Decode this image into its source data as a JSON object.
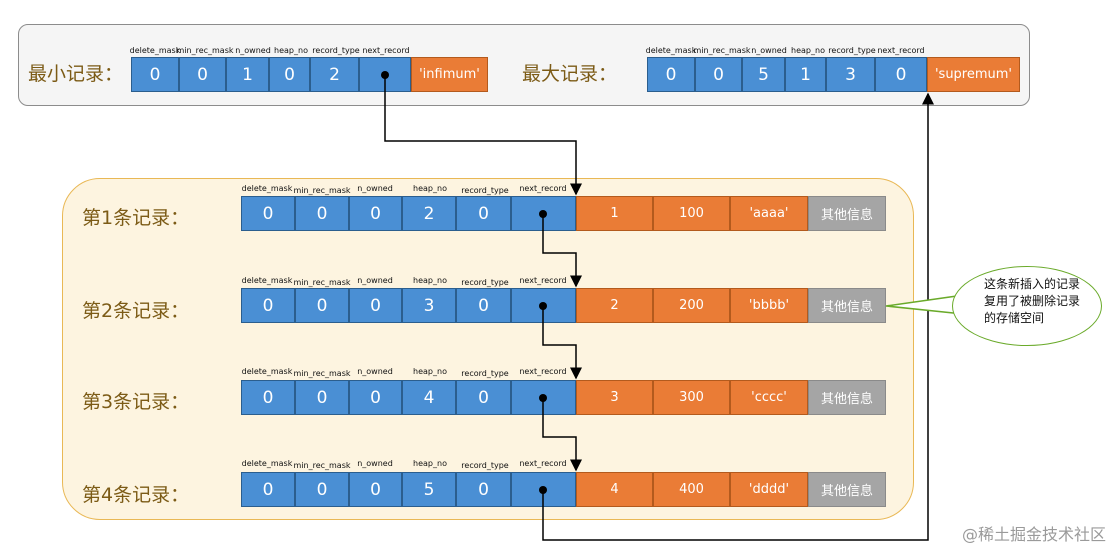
{
  "min_record": {
    "label": "最小记录：",
    "headers": [
      "delete_mask",
      "min_rec_mask",
      "n_owned",
      "heap_no",
      "record_type",
      "next_record"
    ],
    "values": [
      "0",
      "0",
      "1",
      "0",
      "2",
      ""
    ],
    "name": "'infimum'"
  },
  "max_record": {
    "label": "最大记录：",
    "headers": [
      "delete_mask",
      "min_rec_mask",
      "n_owned",
      "heap_no",
      "record_type",
      "next_record"
    ],
    "values": [
      "0",
      "0",
      "5",
      "1",
      "3",
      "0"
    ],
    "name": "'supremum'"
  },
  "records": [
    {
      "label": "第1条记录：",
      "headers": [
        "delete_mask",
        "min_rec_mask",
        "n_owned",
        "heap_no",
        "record_type",
        "next_record"
      ],
      "values": [
        "0",
        "0",
        "0",
        "2",
        "0",
        ""
      ],
      "data": [
        "1",
        "100",
        "'aaaa'"
      ],
      "other": "其他信息"
    },
    {
      "label": "第2条记录：",
      "headers": [
        "delete_mask",
        "min_rec_mask",
        "n_owned",
        "heap_no",
        "record_type",
        "next_record"
      ],
      "values": [
        "0",
        "0",
        "0",
        "3",
        "0",
        ""
      ],
      "data": [
        "2",
        "200",
        "'bbbb'"
      ],
      "other": "其他信息"
    },
    {
      "label": "第3条记录：",
      "headers": [
        "delete_mask",
        "min_rec_mask",
        "n_owned",
        "heap_no",
        "record_type",
        "next_record"
      ],
      "values": [
        "0",
        "0",
        "0",
        "4",
        "0",
        ""
      ],
      "data": [
        "3",
        "300",
        "'cccc'"
      ],
      "other": "其他信息"
    },
    {
      "label": "第4条记录：",
      "headers": [
        "delete_mask",
        "min_rec_mask",
        "n_owned",
        "heap_no",
        "record_type",
        "next_record"
      ],
      "values": [
        "0",
        "0",
        "0",
        "5",
        "0",
        ""
      ],
      "data": [
        "4",
        "400",
        "'dddd'"
      ],
      "other": "其他信息"
    }
  ],
  "callout": {
    "lines": [
      "这条新插入的记录",
      "复用了被删除记录",
      "的存储空间"
    ]
  },
  "watermark": "@稀土掘金技术社区",
  "colors": {
    "header_cell": "#4a8fd4",
    "data_cell": "#ea7c36",
    "other_cell": "#a5a5a5",
    "label": "#7c5b16",
    "panel_border": "#e9b855"
  }
}
